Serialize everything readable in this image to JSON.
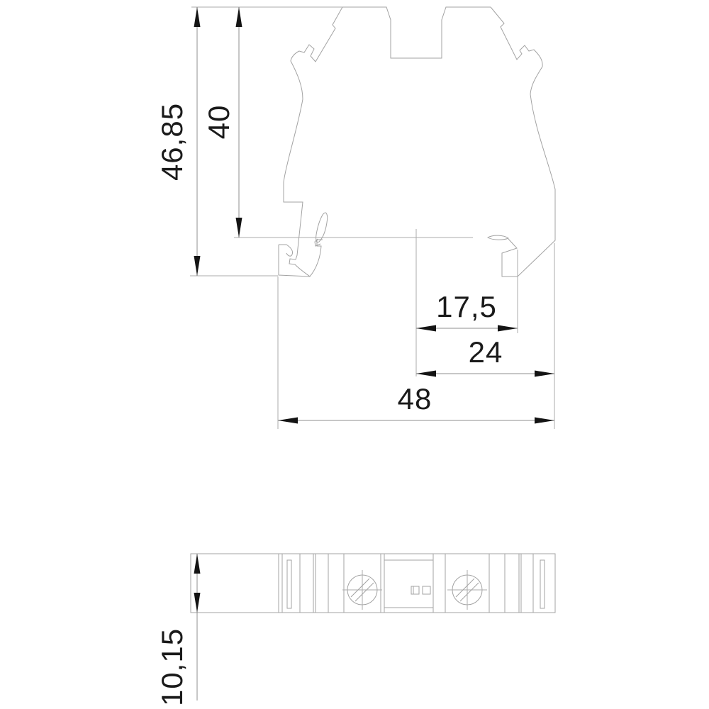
{
  "drawing": {
    "kind": "CAD dimensional drawing of a DIN-rail screw terminal block",
    "views": {
      "front_view": "side profile with DIN rail mounting foot",
      "top_view": "plan view with two slotted screws"
    },
    "dimensions": {
      "overall_height": {
        "label": "46,85",
        "orientation": "vertical"
      },
      "height_above_rail": {
        "label": "40",
        "orientation": "vertical"
      },
      "pitch_17_5": {
        "label": "17,5",
        "orientation": "horizontal"
      },
      "width_24": {
        "label": "24",
        "orientation": "horizontal"
      },
      "overall_width_48": {
        "label": "48",
        "orientation": "horizontal"
      },
      "depth_10_15": {
        "label": "10,15",
        "orientation": "vertical"
      }
    },
    "colors": {
      "background": "#ffffff",
      "part_outline": "#a3a3a3",
      "dimension_lines": "#8f8f8f",
      "text_and_arrows": "#1a1a1a"
    }
  }
}
